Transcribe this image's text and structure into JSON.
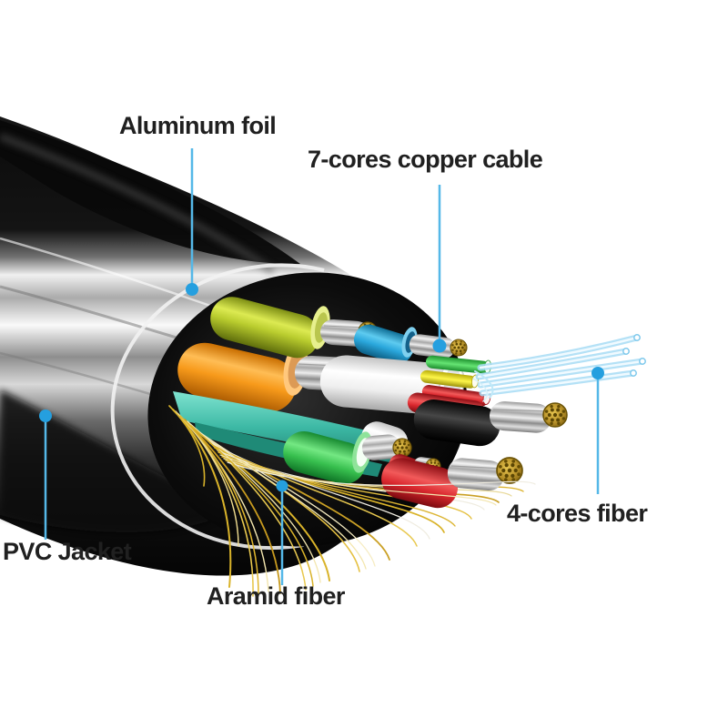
{
  "diagram": {
    "background_color": "#ffffff",
    "callout_style": {
      "line_color": "#55b8e8",
      "dot_color": "#259fdf",
      "text_color": "#202020"
    },
    "labels": {
      "aluminum_foil": {
        "text": "Aluminum foil"
      },
      "copper_cable": {
        "text": "7-cores copper cable"
      },
      "pvc_jacket": {
        "text": "PVC Jacket"
      },
      "aramid_fiber": {
        "text": "Aramid fiber"
      },
      "fiber_cores": {
        "text": "4-cores fiber"
      }
    },
    "parts": {
      "pvc_jacket": {
        "color": "#0d0d0d"
      },
      "aluminum_foil": {
        "color": "#d9d9d9"
      },
      "lime_wire": {
        "color": "#b9cc2e"
      },
      "orange_wire": {
        "color": "#f79a1b"
      },
      "blue_wire": {
        "color": "#2aa7dc"
      },
      "white_multicore_cable": {
        "color": "#f2f2f2"
      },
      "inner_green_wire": {
        "color": "#3cc94f"
      },
      "inner_yellow_wire": {
        "color": "#f3e72a"
      },
      "inner_red_wire": {
        "color": "#d9282e"
      },
      "teal_shield_tape": {
        "color": "#3cb8a4"
      },
      "green_wire": {
        "color": "#37bf4e"
      },
      "red_wire": {
        "color": "#d9282e"
      },
      "black_wire": {
        "color": "#1c1c1c"
      },
      "copper_strands": {
        "color": "#d6d6d6"
      },
      "brass_tip": {
        "color": "#b8922a"
      },
      "optic_fibers": {
        "color": "#bfe5f7",
        "count": 4
      },
      "aramid_fibers": {
        "colors": [
          "#e0b62e",
          "#f3e6ae",
          "#efece0"
        ]
      }
    }
  }
}
